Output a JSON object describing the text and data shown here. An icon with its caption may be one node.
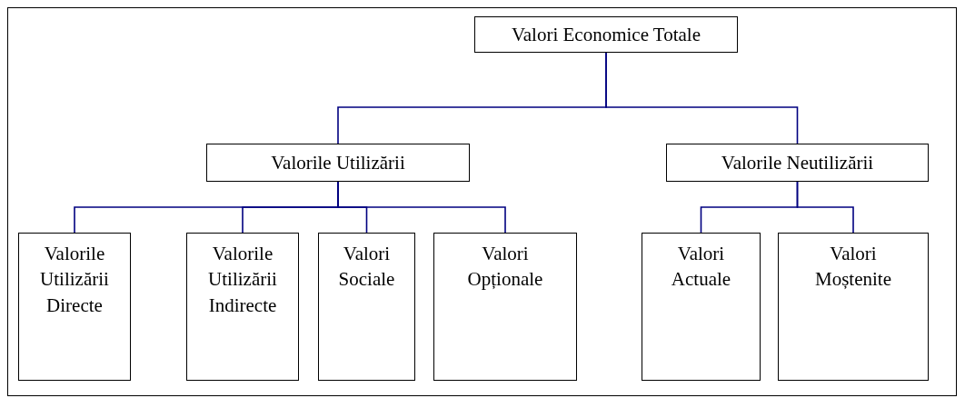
{
  "diagram": {
    "nodes": [
      {
        "text": [
          "Valori Economice Totale"
        ]
      },
      {
        "text": [
          "Valorile Utilizării"
        ]
      },
      {
        "text": [
          "Valorile Neutilizării"
        ]
      },
      {
        "text": [
          "Valorile Utilizării Directe"
        ]
      },
      {
        "text": [
          "Valorile Utilizării Indirecte"
        ]
      },
      {
        "text": [
          "Valori Sociale"
        ]
      },
      {
        "text": [
          "Valori Opționale"
        ]
      },
      {
        "text": [
          "Valori Actuale"
        ]
      },
      {
        "text": [
          "Valori Moștenite"
        ]
      }
    ],
    "edges": [
      {
        "from": 0,
        "to": 1,
        "arrow": "none"
      },
      {
        "from": 0,
        "to": 2,
        "arrow": "none"
      },
      {
        "from": 1,
        "to": 3,
        "arrow": "none"
      },
      {
        "from": 1,
        "to": 4,
        "arrow": "none"
      },
      {
        "from": 1,
        "to": 5,
        "arrow": "none"
      },
      {
        "from": 1,
        "to": 6,
        "arrow": "none"
      },
      {
        "from": 2,
        "to": 7,
        "arrow": "none"
      },
      {
        "from": 2,
        "to": 8,
        "arrow": "none"
      }
    ]
  }
}
